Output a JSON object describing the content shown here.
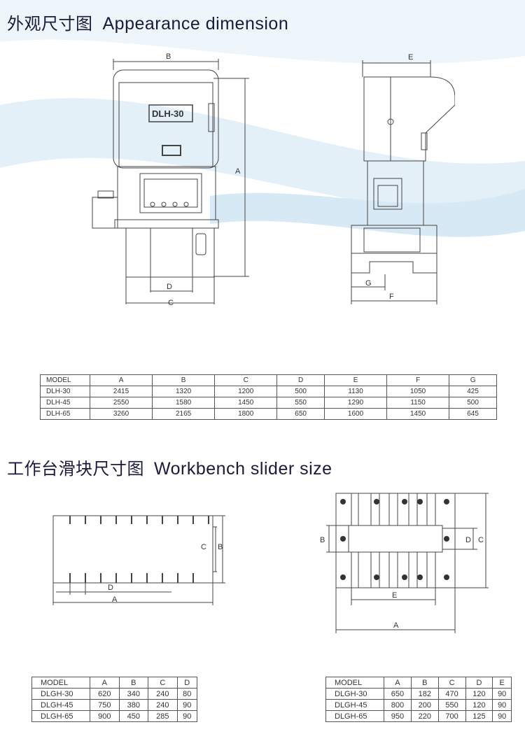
{
  "section1": {
    "title_cn": "外观尺寸图",
    "title_en": "Appearance dimension"
  },
  "front_view": {
    "nameplate": "DLH-30",
    "labels": {
      "A": "A",
      "B": "B",
      "C": "C",
      "D": "D"
    }
  },
  "side_view": {
    "labels": {
      "E": "E",
      "F": "F",
      "G": "G"
    }
  },
  "table1": {
    "headers": [
      "MODEL",
      "A",
      "B",
      "C",
      "D",
      "E",
      "F",
      "G"
    ],
    "rows": [
      [
        "DLH-30",
        "2415",
        "1320",
        "1200",
        "500",
        "1130",
        "1050",
        "425"
      ],
      [
        "DLH-45",
        "2550",
        "1580",
        "1450",
        "550",
        "1290",
        "1150",
        "500"
      ],
      [
        "DLH-65",
        "3260",
        "2165",
        "1800",
        "650",
        "1600",
        "1450",
        "645"
      ]
    ]
  },
  "section2": {
    "title_cn": "工作台滑块尺寸图",
    "title_en": "Workbench slider size"
  },
  "workbench_view": {
    "labels": {
      "A": "A",
      "B": "B",
      "C": "C",
      "D": "D"
    }
  },
  "slider_view": {
    "labels": {
      "A": "A",
      "B": "B",
      "C": "C",
      "D": "D",
      "E": "E"
    }
  },
  "table2": {
    "headers": [
      "MODEL",
      "A",
      "B",
      "C",
      "D"
    ],
    "rows": [
      [
        "DLGH-30",
        "620",
        "340",
        "240",
        "80"
      ],
      [
        "DLGH-45",
        "750",
        "380",
        "240",
        "90"
      ],
      [
        "DLGH-65",
        "900",
        "450",
        "285",
        "90"
      ]
    ]
  },
  "table3": {
    "headers": [
      "MODEL",
      "A",
      "B",
      "C",
      "D",
      "E"
    ],
    "rows": [
      [
        "DLGH-30",
        "650",
        "182",
        "470",
        "120",
        "90"
      ],
      [
        "DLGH-45",
        "800",
        "200",
        "550",
        "120",
        "90"
      ],
      [
        "DLGH-65",
        "950",
        "220",
        "700",
        "125",
        "90"
      ]
    ]
  },
  "colors": {
    "background_swoosh": "#d7e9f5",
    "text": "#1a1a3a",
    "line": "#444444"
  }
}
